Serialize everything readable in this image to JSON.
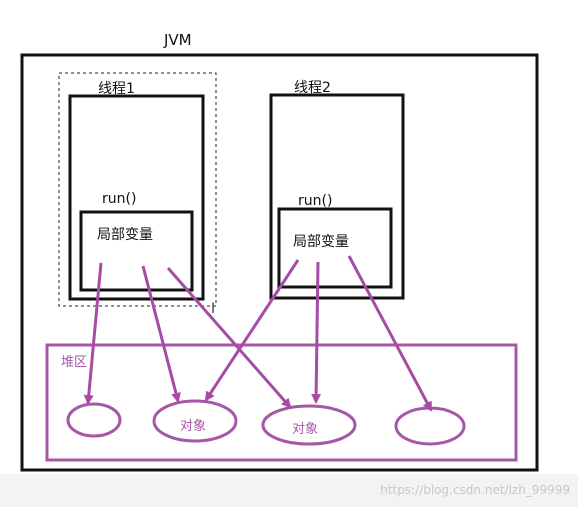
{
  "jvm": {
    "title": "JVM"
  },
  "threads": [
    {
      "name": "线程1",
      "method": "run()",
      "locals": "局部变量"
    },
    {
      "name": "线程2",
      "method": "run()",
      "locals": "局部变量"
    }
  ],
  "heap": {
    "label": "堆区",
    "objects": [
      {
        "text": ""
      },
      {
        "text": "对象"
      },
      {
        "text": "对象"
      },
      {
        "text": ""
      }
    ]
  },
  "watermark": "https://blog.csdn.net/lzh_99999",
  "colors": {
    "arrow": "#a64ca6",
    "heap": "#a558a5",
    "box": "#111111"
  }
}
